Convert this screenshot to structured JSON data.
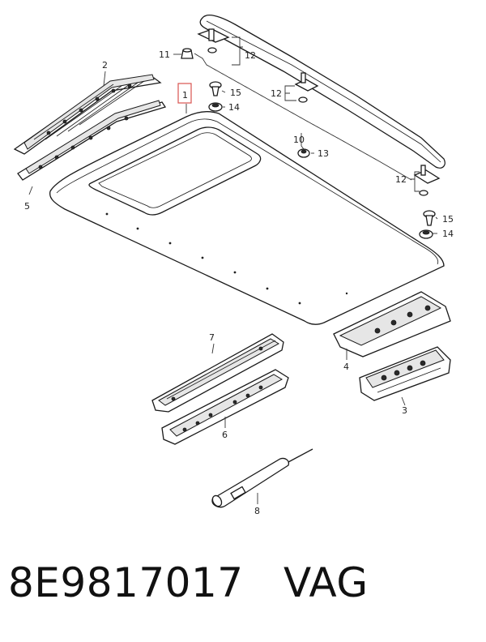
{
  "diagram": {
    "callouts": {
      "c1": "1",
      "c2": "2",
      "c3": "3",
      "c4": "4",
      "c5": "5",
      "c6": "6",
      "c7": "7",
      "c8": "8",
      "c10": "10",
      "c11": "11",
      "c12a": "12",
      "c12b": "12",
      "c12c": "12",
      "c13": "13",
      "c14a": "14",
      "c14b": "14",
      "c15a": "15",
      "c15b": "15"
    },
    "highlight_color": "#d9534f"
  },
  "caption": {
    "part_number": "8E9817017",
    "brand": "VAG"
  }
}
